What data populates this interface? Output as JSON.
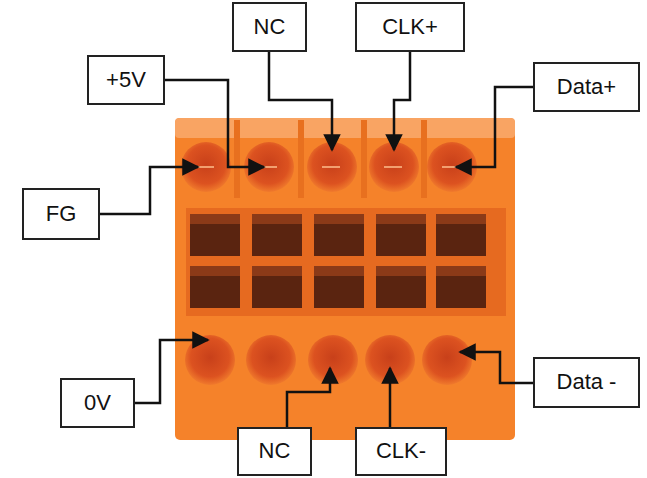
{
  "diagram": {
    "nodes": [
      {
        "text": [
          "NC"
        ]
      },
      {
        "text": [
          "CLK+"
        ]
      },
      {
        "text": [
          "+5V"
        ]
      },
      {
        "text": [
          "Data+"
        ]
      },
      {
        "text": [
          "FG"
        ]
      },
      {
        "text": [
          "Data -"
        ]
      },
      {
        "text": [
          "0V"
        ]
      },
      {
        "text": [
          "NC"
        ]
      },
      {
        "text": [
          "CLK-"
        ]
      }
    ]
  }
}
